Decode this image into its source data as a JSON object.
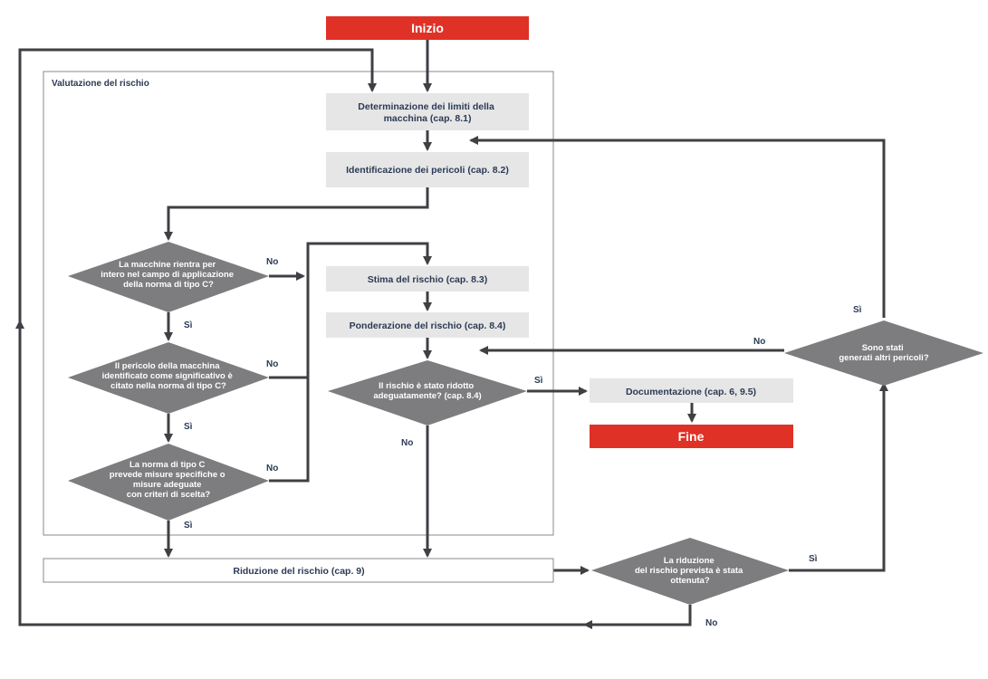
{
  "colors": {
    "terminal": "#e03127",
    "process": "#e6e6e6",
    "decision": "#7d7d80",
    "connector": "#3f3f44",
    "text": "#2b3a55"
  },
  "terminals": {
    "start": "Inizio",
    "end": "Fine"
  },
  "group": {
    "title": "Valutazione del rischio"
  },
  "process": {
    "limiti": [
      "Determinazione dei limiti della",
      "macchina (cap. 8.1)"
    ],
    "pericoli": [
      "Identificazione dei pericoli (cap. 8.2)"
    ],
    "stima": [
      "Stima del rischio (cap. 8.3)"
    ],
    "ponderazione": [
      "Ponderazione del rischio (cap. 8.4)"
    ],
    "documentazione": [
      "Documentazione (cap. 6, 9.5)"
    ],
    "riduzione": [
      "Riduzione del rischio (cap. 9)"
    ]
  },
  "decisions": {
    "campo": [
      "La macchine rientra per",
      "intero nel campo di applicazione",
      "della norma di tipo C?"
    ],
    "pericolo": [
      "Il pericolo della macchina",
      "identificato come significativo è",
      "citato nella norma di tipo C?"
    ],
    "misure": [
      "La norma di tipo C",
      "prevede misure specifiche o",
      "misure adeguate",
      "con criteri di scelta?"
    ],
    "ridotto": [
      "Il rischio è stato ridotto",
      "adeguatamente? (cap. 8.4)"
    ],
    "altri": [
      "Sono stati",
      "generati altri pericoli?"
    ],
    "ottenuta": [
      "La riduzione",
      "del rischio prevista è stata",
      "ottenuta?"
    ]
  },
  "labels": {
    "no_campo": "No",
    "si_campo": "Sì",
    "no_pericolo": "No",
    "si_pericolo": "Sì",
    "no_misure": "No",
    "si_misure": "Sì",
    "si_ridotto": "Sì",
    "no_ridotto": "No",
    "si_altri": "Sì",
    "no_altri": "No",
    "si_ottenuta": "Sì",
    "no_ottenuta": "No"
  }
}
